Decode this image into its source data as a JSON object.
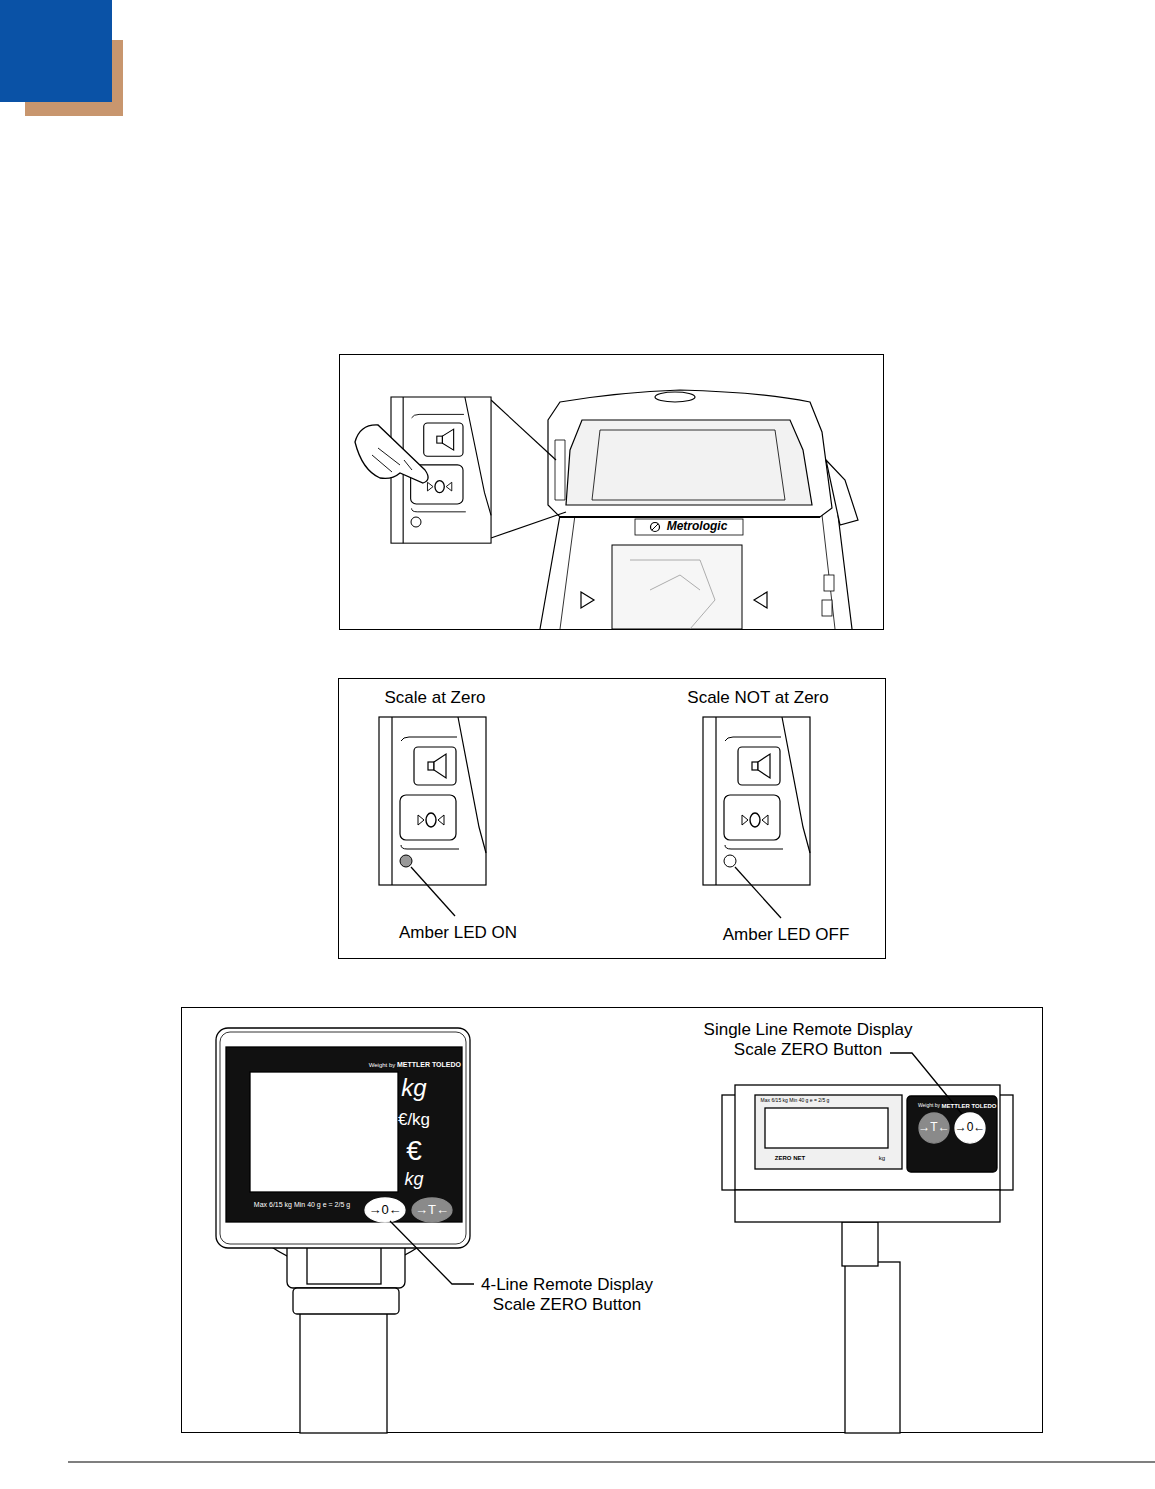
{
  "diagram": {
    "labels": [
      "Metrologic",
      "Scale at Zero",
      "Scale NOT at Zero",
      "Amber LED ON",
      "Amber LED OFF",
      "Single Line Remote Display Scale ZERO Button",
      "Weight by",
      "METTLER TOLEDO",
      "kg",
      "€/kg",
      "€",
      "kg",
      "Max 6/15 kg Min 40 g e = 2/5 g",
      "→0←",
      "→T←",
      "4-Line Remote Display Scale ZERO Button",
      "Max 6/15 kg Min 40 g e = 2/5 g",
      "Weight by",
      "METTLER TOLEDO",
      "ZERO NET",
      "kg",
      "→T←",
      "→0←"
    ]
  }
}
